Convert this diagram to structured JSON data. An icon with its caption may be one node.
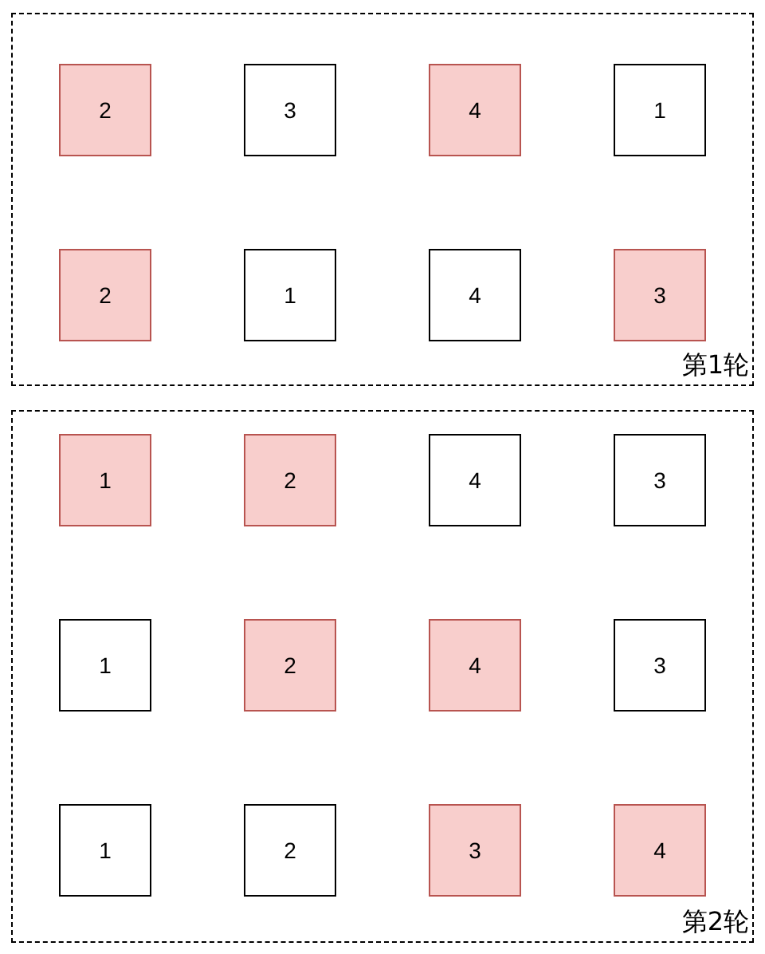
{
  "diagram": {
    "nodes": [
      {
        "text": [
          "第1轮"
        ]
      },
      {
        "text": [
          "2"
        ],
        "in": 0
      },
      {
        "text": [
          "3"
        ],
        "in": 0
      },
      {
        "text": [
          "4"
        ],
        "in": 0
      },
      {
        "text": [
          "1"
        ],
        "in": 0
      },
      {
        "text": [
          "2"
        ],
        "in": 0
      },
      {
        "text": [
          "1"
        ],
        "in": 0
      },
      {
        "text": [
          "4"
        ],
        "in": 0
      },
      {
        "text": [
          "3"
        ],
        "in": 0
      },
      {
        "text": [
          "第2轮"
        ]
      },
      {
        "text": [
          "1"
        ],
        "in": 9
      },
      {
        "text": [
          "2"
        ],
        "in": 9
      },
      {
        "text": [
          "4"
        ],
        "in": 9
      },
      {
        "text": [
          "3"
        ],
        "in": 9
      },
      {
        "text": [
          "1"
        ],
        "in": 9
      },
      {
        "text": [
          "2"
        ],
        "in": 9
      },
      {
        "text": [
          "4"
        ],
        "in": 9
      },
      {
        "text": [
          "3"
        ],
        "in": 9
      },
      {
        "text": [
          "1"
        ],
        "in": 9
      },
      {
        "text": [
          "2"
        ],
        "in": 9
      },
      {
        "text": [
          "3"
        ],
        "in": 9
      },
      {
        "text": [
          "4"
        ],
        "in": 9
      }
    ]
  }
}
